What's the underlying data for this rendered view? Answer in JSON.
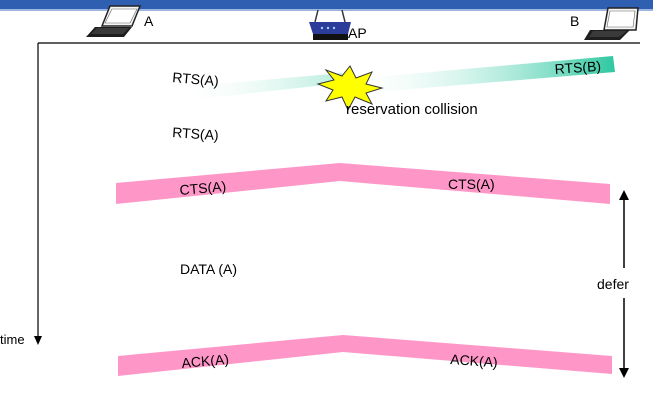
{
  "nodes": {
    "a": {
      "label": "A"
    },
    "ap": {
      "label": "AP"
    },
    "b": {
      "label": "B"
    }
  },
  "axis": {
    "time_label": "time"
  },
  "messages": {
    "rts_a_first": "RTS(A)",
    "rts_b": "RTS(B)",
    "collision": "reservation collision",
    "rts_a_second": "RTS(A)",
    "cts_a_left": "CTS(A)",
    "cts_a_right": "CTS(A)",
    "data_a": "DATA (A)",
    "ack_a_left": "ACK(A)",
    "ack_a_right": "ACK(A)"
  },
  "defer": {
    "label": "defer"
  },
  "colors": {
    "pink_band": "#ff96c8",
    "teal_band": "#2ec8a0",
    "burst_fill": "#ffff00",
    "banner": "#2f5fb0",
    "line": "#000000"
  }
}
